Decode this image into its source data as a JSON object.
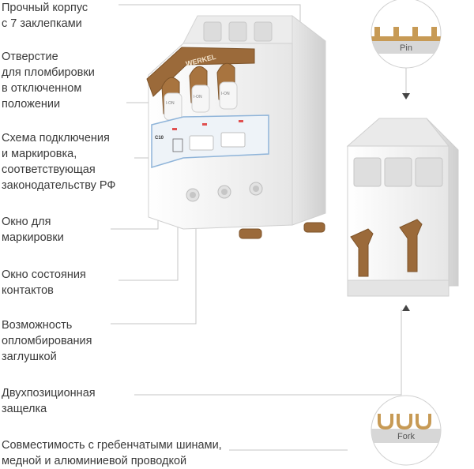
{
  "features": [
    {
      "text": "Прочный корпус\nс 7 заклепками"
    },
    {
      "text": "Отверстие\nдля пломбировки\nв отключенном\nположении"
    },
    {
      "text": "Схема подключения\nи маркировка,\nсоответствующая\nзаконодательству РФ"
    },
    {
      "text": "Окно для\nмаркировки"
    },
    {
      "text": "Окно состояния\nконтактов"
    },
    {
      "text": "Возможность\nопломбирования\nзаглушкой"
    },
    {
      "text": "Двухпозиционная\nзащелка"
    },
    {
      "text": "Совместимость с гребенчатыми шинами,\nмедной и алюминиевой проводкой"
    }
  ],
  "brand": "WERKEL",
  "device": {
    "rating": "C10",
    "pole_labels": [
      "I-ON",
      "I-ON",
      "I-ON"
    ]
  },
  "busbar": {
    "pin_label": "Pin",
    "fork_label": "Fork"
  },
  "colors": {
    "handle": "#9b6a3a",
    "body": "#f2f2f2",
    "accent_blue": "#8fb4d9",
    "line": "#bdbdbd",
    "arrow": "#444444"
  }
}
